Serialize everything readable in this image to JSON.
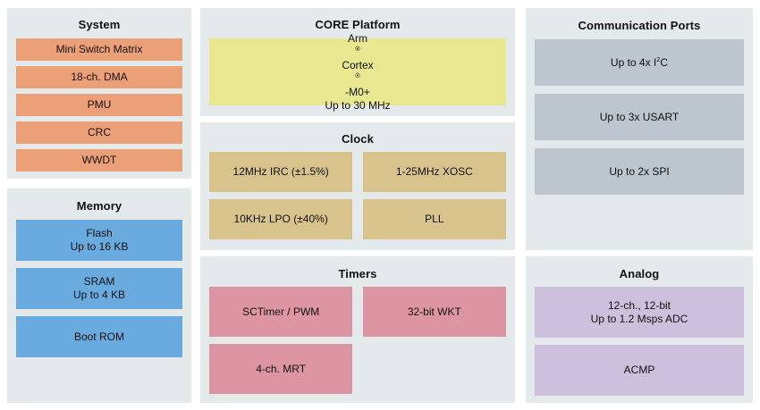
{
  "diagram": {
    "background_color": "#ffffff",
    "panel_color": "#e4e9ec"
  },
  "panels": [
    {
      "id": "system",
      "title": "System",
      "block_color": "#eca077",
      "blocks": [
        {
          "label": "Mini Switch Matrix"
        },
        {
          "label": "18-ch. DMA"
        },
        {
          "label": "PMU"
        },
        {
          "label": "CRC"
        },
        {
          "label": "WWDT"
        }
      ]
    },
    {
      "id": "memory",
      "title": "Memory",
      "block_color": "#6aabdf",
      "blocks": [
        {
          "line1": "Flash",
          "line2": "Up to 16 KB"
        },
        {
          "line1": "SRAM",
          "line2": "Up to 4 KB"
        },
        {
          "line1": "Boot ROM",
          "line2": ""
        }
      ]
    },
    {
      "id": "core",
      "title": "CORE Platform",
      "block_color": "#e7e890",
      "blocks": [
        {
          "line1_pre": "Arm",
          "line1_sup1": "®",
          "line1_mid": " Cortex",
          "line1_sup2": "®",
          "line1_post": "-M0+",
          "line2": "Up to 30 MHz"
        }
      ]
    },
    {
      "id": "clock",
      "title": "Clock",
      "block_color": "#d9c38d",
      "blocks": [
        {
          "label": "12MHz IRC (±1.5%)"
        },
        {
          "label": "1-25MHz XOSC"
        },
        {
          "label": "10KHz LPO (±40%)"
        },
        {
          "label": "PLL"
        }
      ]
    },
    {
      "id": "timers",
      "title": "Timers",
      "block_color": "#dd95a3",
      "blocks": [
        {
          "label": "SCTimer / PWM"
        },
        {
          "label": "32-bit WKT"
        },
        {
          "label": "4-ch. MRT"
        }
      ]
    },
    {
      "id": "comm",
      "title": "Communication Ports",
      "block_color": "#bdc5ce",
      "blocks": [
        {
          "pre": "Up to 4x I",
          "sup": "2",
          "post": "C"
        },
        {
          "label": "Up to 3x USART"
        },
        {
          "label": "Up to 2x SPI"
        }
      ]
    },
    {
      "id": "analog",
      "title": "Analog",
      "block_color": "#ccc0dd",
      "blocks": [
        {
          "line1": "12-ch., 12-bit",
          "line2": "Up to 1.2 Msps ADC"
        },
        {
          "line1": "ACMP",
          "line2": ""
        }
      ]
    }
  ]
}
